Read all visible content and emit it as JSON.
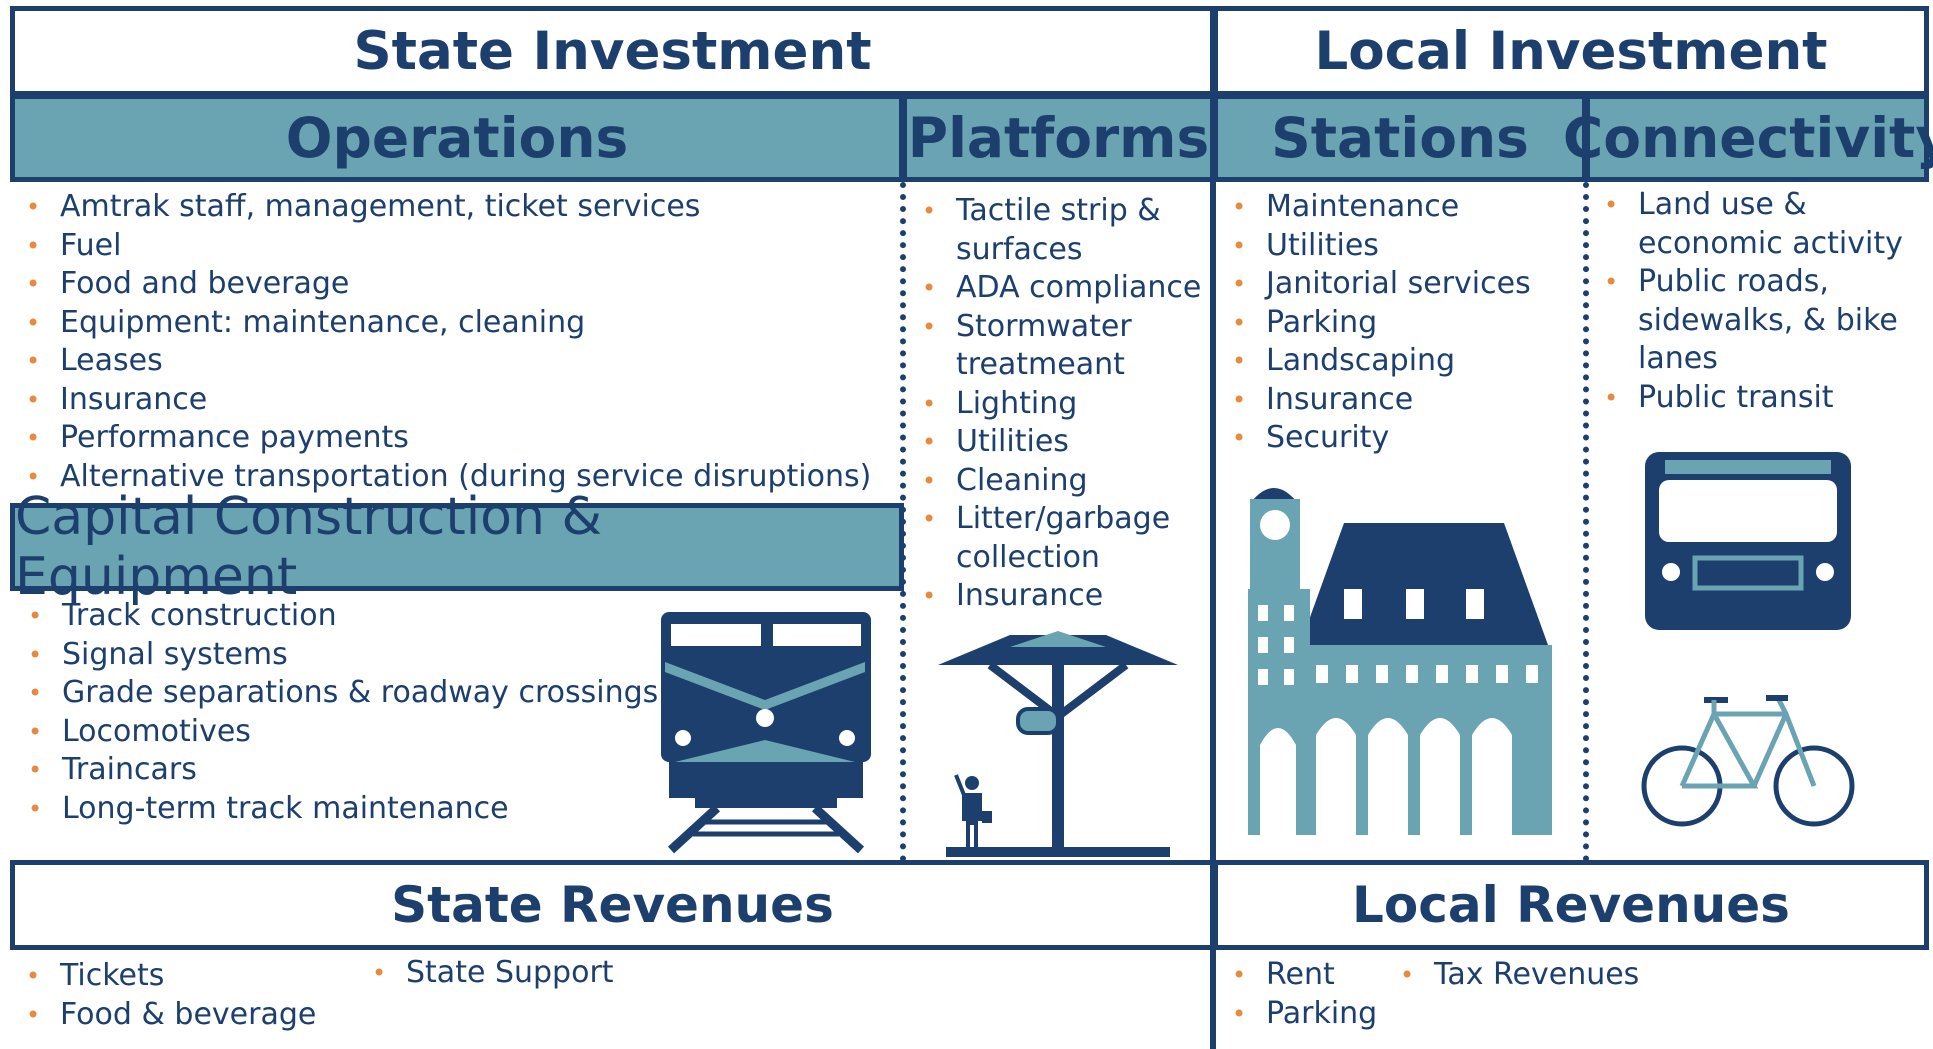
{
  "state_investment": {
    "title": "State Investment",
    "operations": {
      "title": "Operations",
      "items": [
        "Amtrak staff, management, ticket services",
        "Fuel",
        "Food and beverage",
        "Equipment: maintenance, cleaning",
        "Leases",
        "Insurance",
        "Performance payments",
        "Alternative transportation (during service disruptions)"
      ]
    },
    "capital": {
      "title": "Capital Construction & Equipment",
      "items": [
        "Track construction",
        "Signal systems",
        "Grade separations & roadway crossings",
        "Locomotives",
        "Traincars",
        "Long-term track maintenance"
      ]
    },
    "platforms": {
      "title": "Platforms",
      "items": [
        "Tactile strip & surfaces",
        "ADA compliance",
        "Stormwater treatmeant",
        "Lighting",
        "Utilities",
        "Cleaning",
        "Litter/garbage collection",
        "Insurance"
      ]
    }
  },
  "local_investment": {
    "title": "Local Investment",
    "stations": {
      "title": "Stations",
      "items": [
        "Maintenance",
        "Utilities",
        "Janitorial services",
        "Parking",
        "Landscaping",
        "Insurance",
        "Security"
      ]
    },
    "connectivity": {
      "title": "Connectivity",
      "items": [
        "Land use & economic activity",
        "Public roads, sidewalks, & bike lanes",
        "Public transit"
      ]
    }
  },
  "state_revenues": {
    "title": "State Revenues",
    "col1": [
      "Tickets",
      "Food & beverage"
    ],
    "col2": [
      "State Support"
    ]
  },
  "local_revenues": {
    "title": "Local Revenues",
    "col1": [
      "Rent",
      "Parking"
    ],
    "col2": [
      "Tax Revenues"
    ]
  },
  "colors": {
    "navy": "#1c3f6e",
    "teal": "#6aa4b2",
    "bullet": "#e58a3f"
  },
  "icons": [
    "train-icon",
    "platform-shelter-icon",
    "station-building-icon",
    "bus-icon",
    "bicycle-icon"
  ]
}
